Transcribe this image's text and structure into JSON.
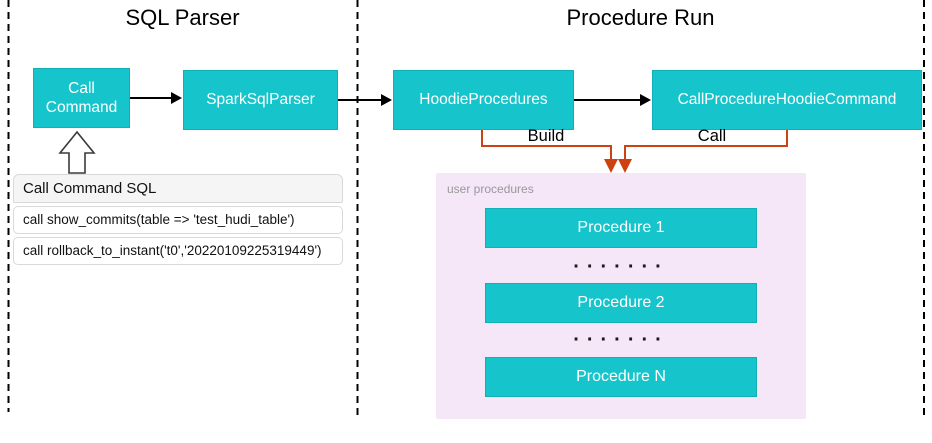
{
  "colors": {
    "node_fill": "#15C5CB",
    "node_border": "#0FB0B6",
    "node_text": "#FFFFFF",
    "container_fill": "#F5E6F8",
    "container_label": "#999999",
    "edge_orange": "#CC4210",
    "edge_black": "#000000",
    "panel_border": "#D9D9D9",
    "panel_header_bg": "#F5F5F5"
  },
  "sections": {
    "left": {
      "title": "SQL Parser"
    },
    "right": {
      "title": "Procedure Run"
    }
  },
  "nodes": {
    "call_command": {
      "label": "Call Command"
    },
    "spark_sql_parser": {
      "label": "SparkSqlParser"
    },
    "hoodie_procedures": {
      "label": "HoodieProcedures"
    },
    "call_procedure_hoodie_command": {
      "label": "CallProcedureHoodieCommand"
    }
  },
  "edges": {
    "build": {
      "label": "Build"
    },
    "call": {
      "label": "Call"
    }
  },
  "sql_panel": {
    "title": "Call Command SQL",
    "rows": [
      "call show_commits(table => 'test_hudi_table')",
      "call rollback_to_instant('t0','20220109225319449')"
    ]
  },
  "user_procedures": {
    "label": "user procedures",
    "items": [
      {
        "label": "Procedure 1"
      },
      {
        "label": "Procedure 2"
      },
      {
        "label": "Procedure N"
      }
    ],
    "dots": "·······"
  }
}
